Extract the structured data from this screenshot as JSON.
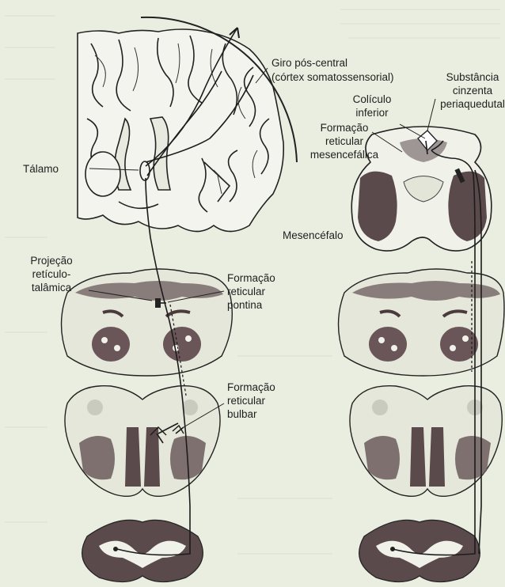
{
  "labels": {
    "giro": [
      "Giro pós-central",
      "(córtex somatossensorial)"
    ],
    "substancia": [
      "Substância",
      "cinzenta",
      "periaquedutal"
    ],
    "coliculo": [
      "Colículo",
      "inferior"
    ],
    "formacao_mes": [
      "Formação",
      "reticular",
      "mesencefálica"
    ],
    "talamo": [
      "Tálamo"
    ],
    "mesencefalo": [
      "Mesencéfalo"
    ],
    "projecao": [
      "Projeção",
      "retículo-",
      "talâmica"
    ],
    "formacao_pontina": [
      "Formação",
      "reticular",
      "pontina"
    ],
    "formacao_bulbar": [
      "Formação",
      "reticular",
      "bulbar"
    ]
  },
  "colors": {
    "background": "#e9eee0",
    "ink": "#222222",
    "dark_matter": "#5a4a4c",
    "tissue": "#f0f2ea"
  }
}
